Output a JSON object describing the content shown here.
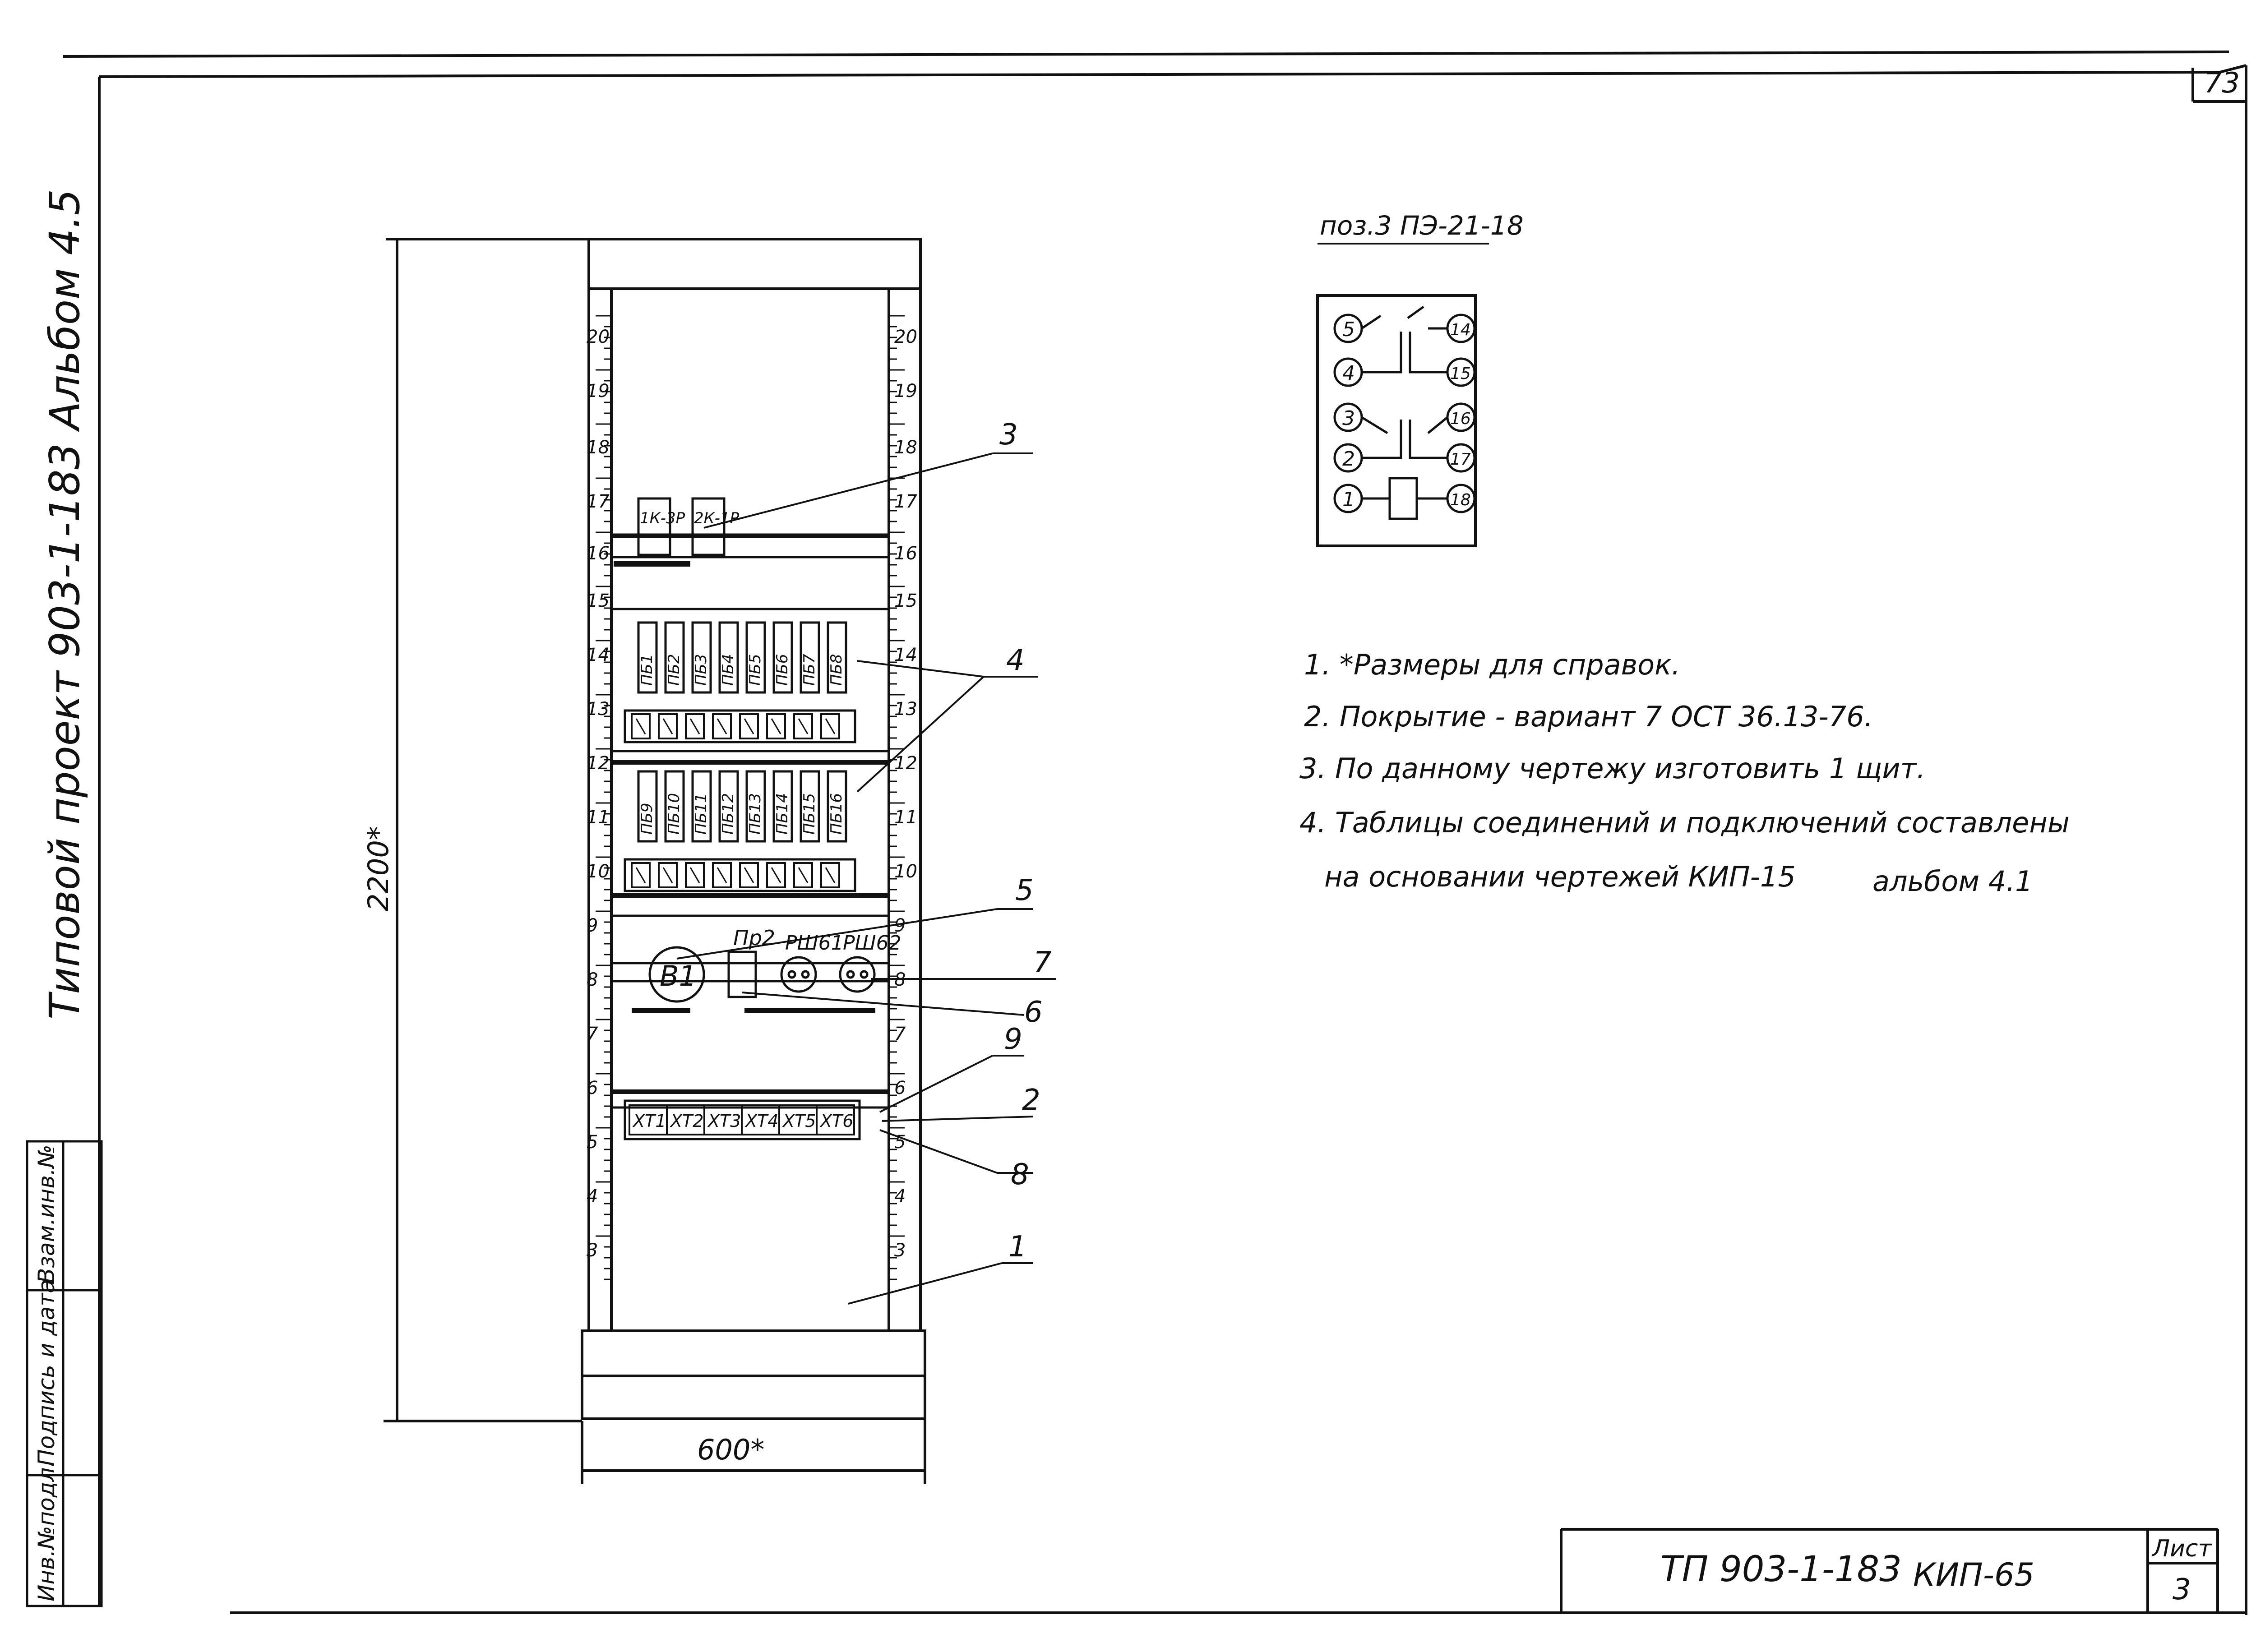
{
  "sheet": {
    "corner_number": "73",
    "side_label": "Типовой проект 903-1-183 Альбом 4.5",
    "title_code": "ТП 903-1-183",
    "title_section": "КИП-65",
    "list_label": "Лист",
    "list_number": "3",
    "stamp_labels": [
      "Инв.№подл.",
      "Подпись и дата",
      "Взам.инв.№"
    ]
  },
  "cabinet": {
    "height_dim": "2200*",
    "width_dim": "600*",
    "scale_marks": [
      "20",
      "19",
      "18",
      "17",
      "16",
      "15",
      "14",
      "13",
      "12",
      "11",
      "10",
      "9",
      "8",
      "7",
      "6",
      "5",
      "4",
      "3"
    ],
    "devices_top": [
      "1К-3Р",
      "2К-1Р"
    ],
    "relays_row1": [
      "ПБ1",
      "ПБ2",
      "ПБ3",
      "ПБ4",
      "ПБ5",
      "ПБ6",
      "ПБ7",
      "ПБ8"
    ],
    "relays_row2": [
      "ПБ9",
      "ПБ10",
      "ПБ11",
      "ПБ12",
      "ПБ13",
      "ПБ14",
      "ПБ15",
      "ПБ16"
    ],
    "switch": "В1",
    "fuse": "Пр2",
    "sockets": [
      "РШ61",
      "РШ62"
    ],
    "terminals": [
      "ХТ1",
      "ХТ2",
      "ХТ3",
      "ХТ4",
      "ХТ5",
      "ХТ6"
    ],
    "callouts": [
      "3",
      "4",
      "5",
      "7",
      "6",
      "9",
      "2",
      "8",
      "1"
    ]
  },
  "relay_detail": {
    "title": "поз.3 ПЭ-21-18",
    "left_pins": [
      "5",
      "4",
      "3",
      "2",
      "1"
    ],
    "right_pins": [
      "14",
      "15",
      "16",
      "17",
      "18"
    ]
  },
  "notes": [
    "1. *Размеры для справок.",
    "2. Покрытие - вариант 7 ОСТ 36.13-76.",
    "3. По данному чертежу изготовить 1 щит.",
    "4. Таблицы соединений и подключений составлены",
    "на основании чертежей КИП-15",
    "альбом 4.1"
  ]
}
